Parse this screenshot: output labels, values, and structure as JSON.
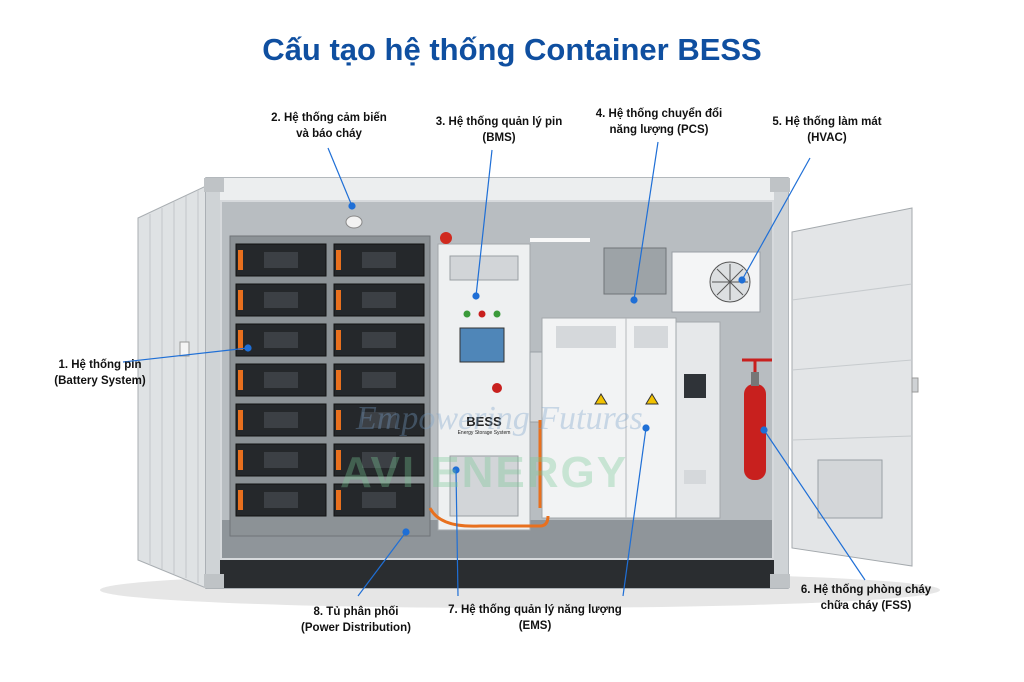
{
  "title": "Cấu tạo hệ thống Container BESS",
  "labels": [
    {
      "key": "battery",
      "line1": "1. Hệ thống pin",
      "line2": "(Battery System)"
    },
    {
      "key": "sensor",
      "line1": "2. Hệ thống cảm biến",
      "line2": "và báo cháy"
    },
    {
      "key": "bms",
      "line1": "3. Hệ thống quản lý pin",
      "line2": "(BMS)"
    },
    {
      "key": "pcs",
      "line1": "4. Hệ thống chuyển đổi",
      "line2": "năng lượng (PCS)"
    },
    {
      "key": "hvac",
      "line1": "5. Hệ thống làm mát",
      "line2": "(HVAC)"
    },
    {
      "key": "fss",
      "line1": "6. Hệ thống phòng cháy",
      "line2": "chữa cháy (FSS)"
    },
    {
      "key": "ems",
      "line1": "7. Hệ thống quản lý năng lượng",
      "line2": "(EMS)"
    },
    {
      "key": "pdu",
      "line1": "8. Tủ phân phối",
      "line2": "(Power Distribution)"
    }
  ],
  "cabinet": {
    "brand": "BESS",
    "subtitle": "Energy Storage System"
  },
  "watermark": {
    "tagline": "Empowering Futures",
    "brand": "AVI ENERGY"
  },
  "colors": {
    "title": "#0f4fa0",
    "leader": "#1f6fd6",
    "cable": "#e8701e",
    "extinguisher": "#c8201e"
  }
}
